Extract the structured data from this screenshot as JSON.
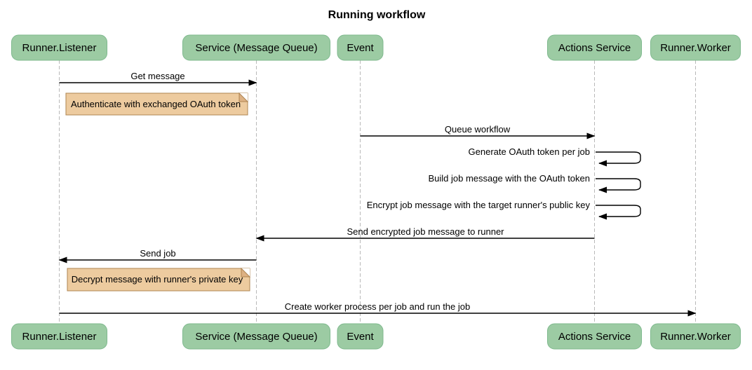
{
  "title": "Running workflow",
  "participants": [
    {
      "label": "Runner.Listener"
    },
    {
      "label": "Service (Message Queue)"
    },
    {
      "label": "Event"
    },
    {
      "label": "Actions Service"
    },
    {
      "label": "Runner.Worker"
    }
  ],
  "messages": [
    {
      "label": "Get message",
      "from": "Runner.Listener",
      "to": "Service (Message Queue)",
      "self": false
    },
    {
      "label": "Queue workflow",
      "from": "Event",
      "to": "Actions Service",
      "self": false
    },
    {
      "label": "Generate OAuth token per job",
      "from": "Actions Service",
      "to": "Actions Service",
      "self": true
    },
    {
      "label": "Build job message with the OAuth token",
      "from": "Actions Service",
      "to": "Actions Service",
      "self": true
    },
    {
      "label": "Encrypt job message with the target runner's public key",
      "from": "Actions Service",
      "to": "Actions Service",
      "self": true
    },
    {
      "label": "Send encrypted job message to runner",
      "from": "Actions Service",
      "to": "Service (Message Queue)",
      "self": false
    },
    {
      "label": "Send job",
      "from": "Service (Message Queue)",
      "to": "Runner.Listener",
      "self": false
    },
    {
      "label": "Create worker process per job and run the job",
      "from": "Runner.Listener",
      "to": "Runner.Worker",
      "self": false
    }
  ],
  "notes": [
    {
      "text": "Authenticate with exchanged OAuth token",
      "anchor": "Runner.Listener"
    },
    {
      "text": "Decrypt message with runner's private key",
      "anchor": "Runner.Listener"
    }
  ],
  "colors": {
    "participant_fill": "#9CCBA3",
    "participant_border": "#7FB98E",
    "note_fill": "#EDCB9F",
    "note_border": "#AE8452",
    "note_fold": "#DDB183",
    "message_line": "#000000",
    "lifeline": "#b9b9b9",
    "background": "#ffffff",
    "text": "#000000"
  }
}
